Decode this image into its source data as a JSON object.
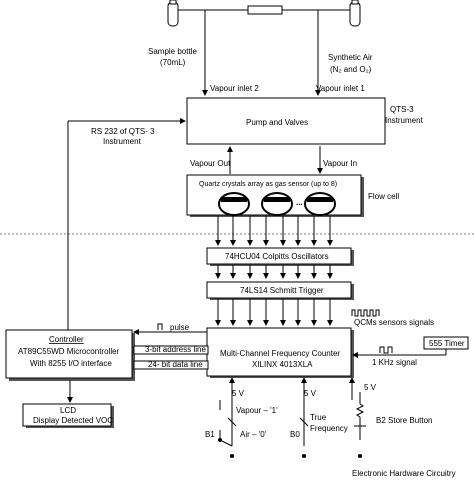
{
  "sample_bottle": {
    "line1": "Sample bottle",
    "line2": "(70mL)"
  },
  "synthetic_air": {
    "line1": "Synthetic Air",
    "line2": "(N₂ and O₂)"
  },
  "vapour_inlet_2": "Vapour inlet 2",
  "vapour_inlet_1": "Vapour inlet 1",
  "pump_valves": "Pump and Valves",
  "qts_instrument": {
    "line1": "QTS-3",
    "line2": "Instrument"
  },
  "rs232": {
    "line1": "RS 232 of QTS- 3",
    "line2": "Instrument"
  },
  "vapour_out": "Vapour Out",
  "vapour_in": "Vapour In",
  "sensor_array": "Quartz crystals array as gas sensor (up to 8)",
  "flow_cell": "Flow cell",
  "oscillators": "74HCU04 Colpitts Oscillators",
  "schmitt": "74LS14 Schmitt Trigger",
  "qcm_signals": "QCMs sensors signals",
  "controller": {
    "line1": "Controller",
    "line2": "AT89C55WD Microcontroller",
    "line3": "With 8255 I/O interface"
  },
  "pulse": "pulse",
  "address_line": "3-bit address line",
  "data_line": "24- bit data line",
  "counter": {
    "line1": "Multi-Channel Frequency Counter",
    "line2": "XILINX 4013XLA"
  },
  "timer_555": "555 Timer",
  "khz_signal": "1 KHz signal",
  "lcd": {
    "line1": "LCD",
    "line2": "Display Detected VOC"
  },
  "volt_1": "5 V",
  "volt_2": "5 V",
  "volt_3": "5 V",
  "vapour_1": "Vapour – '1'",
  "air_0": "Air – '0'",
  "true_freq": {
    "line1": "True",
    "line2": "Frequency"
  },
  "b1": "B1",
  "b0": "B0",
  "b2": "B2 Store Button",
  "dots": "...",
  "electronic": "Electronic Hardware Circuitry"
}
